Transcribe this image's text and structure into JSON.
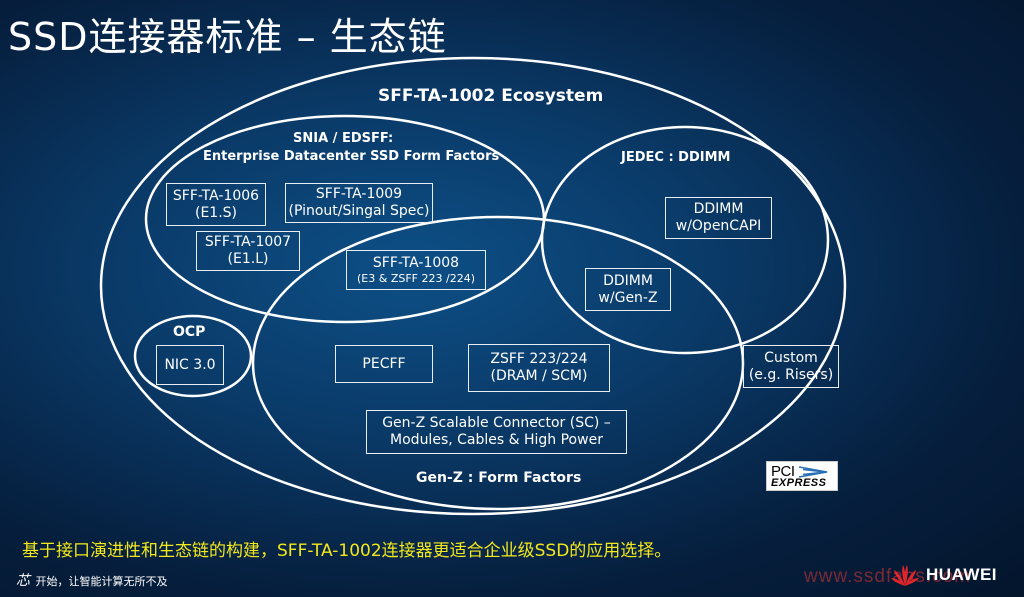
{
  "slide": {
    "title": "SSD连接器标准 – 生态链",
    "conclusion": "基于接口演进性和生态链的构建，SFF-TA-1002连接器更适合企业级SSD的应用选择。",
    "slogan": "开始，让智能计算无所不及",
    "slogan_mark": "芯"
  },
  "ecosystem": {
    "title": "SFF-TA-1002 Ecosystem",
    "snia": {
      "title_line1": "SNIA / EDSFF:",
      "title_line2": "Enterprise Datacenter SSD Form Factors"
    },
    "jedec": {
      "title": "JEDEC : DDIMM"
    },
    "genz": {
      "title": "Gen-Z : Form Factors"
    },
    "ocp": {
      "title": "OCP"
    },
    "boxes": {
      "sff1006": {
        "line1": "SFF-TA-1006",
        "line2": "(E1.S)"
      },
      "sff1009": {
        "line1": "SFF-TA-1009",
        "line2": "(Pinout/Singal Spec)"
      },
      "sff1007": {
        "line1": "SFF-TA-1007",
        "line2": "(E1.L)"
      },
      "sff1008": {
        "line1": "SFF-TA-1008",
        "line2": "(E3 & ZSFF 223 /224)"
      },
      "ddimm_opencapi": {
        "line1": "DDIMM",
        "line2": "w/OpenCAPI"
      },
      "ddimm_genz": {
        "line1": "DDIMM",
        "line2": "w/Gen-Z"
      },
      "nic": {
        "line1": "NIC 3.0"
      },
      "pecff": {
        "line1": "PECFF"
      },
      "zsff": {
        "line1": "ZSFF 223/224",
        "line2": "(DRAM / SCM)"
      },
      "genz_sc": {
        "line1": "Gen-Z Scalable Connector (SC) –",
        "line2": "Modules, Cables & High Power"
      },
      "custom": {
        "line1": "Custom",
        "line2": "(e.g. Risers)"
      }
    }
  },
  "logos": {
    "pci_line1": "PCI",
    "pci_line2": "EXPRESS",
    "brand": "HUAWEI",
    "watermark": "www.ssdfans.com"
  },
  "colors": {
    "conclusion_text": "#f3e81b",
    "outline": "#ffffff",
    "watermark": "#d93636"
  }
}
